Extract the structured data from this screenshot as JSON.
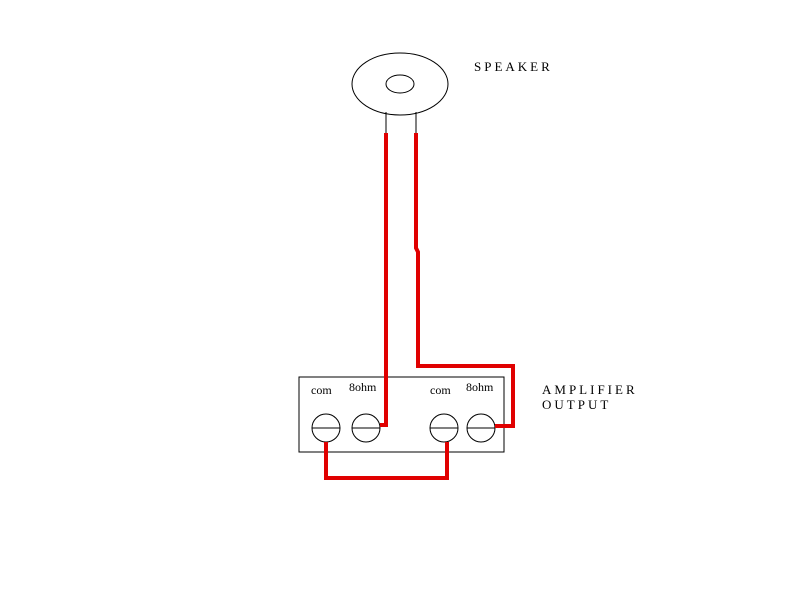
{
  "speaker": {
    "label": "SPEAKER"
  },
  "amplifier": {
    "label_line1": "AMPLIFIER",
    "label_line2": "OUTPUT"
  },
  "terminals": [
    {
      "label": "com"
    },
    {
      "label": "8ohm"
    },
    {
      "label": "com"
    },
    {
      "label": "8ohm"
    }
  ],
  "colors": {
    "wire": "#e00000",
    "outline": "#000000",
    "background": "#ffffff"
  }
}
